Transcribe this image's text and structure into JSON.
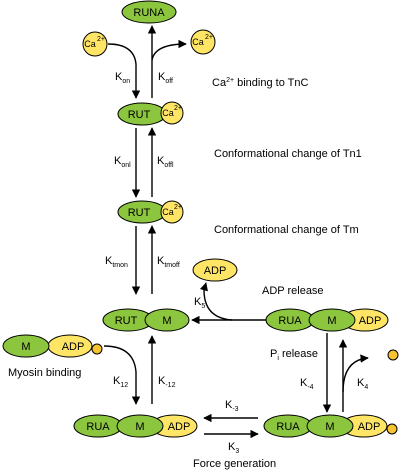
{
  "nodes": {
    "runa": "RUNA",
    "rut1": "RUT",
    "rut2": "RUT",
    "rut_m_rut": "RUT",
    "rut_m_m": "M",
    "rua_adp_left_rua": "RUA",
    "rua_adp_left_m": "M",
    "rua_adp_left_adp": "ADP",
    "rua_adp_right_rua": "RUA",
    "rua_adp_right_m": "M",
    "rua_adp_right_adp": "ADP",
    "rua_adp_top_rua": "RUA",
    "rua_adp_top_m": "M",
    "rua_adp_top_adp": "ADP",
    "myosin_m": "M",
    "myosin_adp": "ADP",
    "adp_released": "ADP"
  },
  "ca": {
    "base": "Ca",
    "charge": "2+"
  },
  "rates": {
    "kon": {
      "k": "K",
      "sub": "on"
    },
    "koff": {
      "k": "K",
      "sub": "off"
    },
    "konl": {
      "k": "K",
      "sub": "onl"
    },
    "koffl": {
      "k": "K",
      "sub": "offl"
    },
    "ktmon": {
      "k": "K",
      "sub": "tmon"
    },
    "ktmoff": {
      "k": "K",
      "sub": "tmoff"
    },
    "k5": {
      "k": "K",
      "sub": "5"
    },
    "k12": {
      "k": "K",
      "sub": "12"
    },
    "k_12": {
      "k": "K",
      "sub": "-12"
    },
    "k_3": {
      "k": "K",
      "sub": "-3"
    },
    "k3": {
      "k": "K",
      "sub": "3"
    },
    "k_4": {
      "k": "K",
      "sub": "-4"
    },
    "k4": {
      "k": "K",
      "sub": "4"
    }
  },
  "labels": {
    "ca_binding": {
      "pre": "Ca",
      "sup": "2+",
      "post": " binding to TnC"
    },
    "conf_tn1": "Conformational change of Tn1",
    "conf_tm": "Conformational change of Tm",
    "adp_release": "ADP release",
    "pi_release": {
      "pre": "P",
      "sub": "i",
      "post": " release"
    },
    "myosin_binding": "Myosin binding",
    "force_generation": "Force generation"
  }
}
